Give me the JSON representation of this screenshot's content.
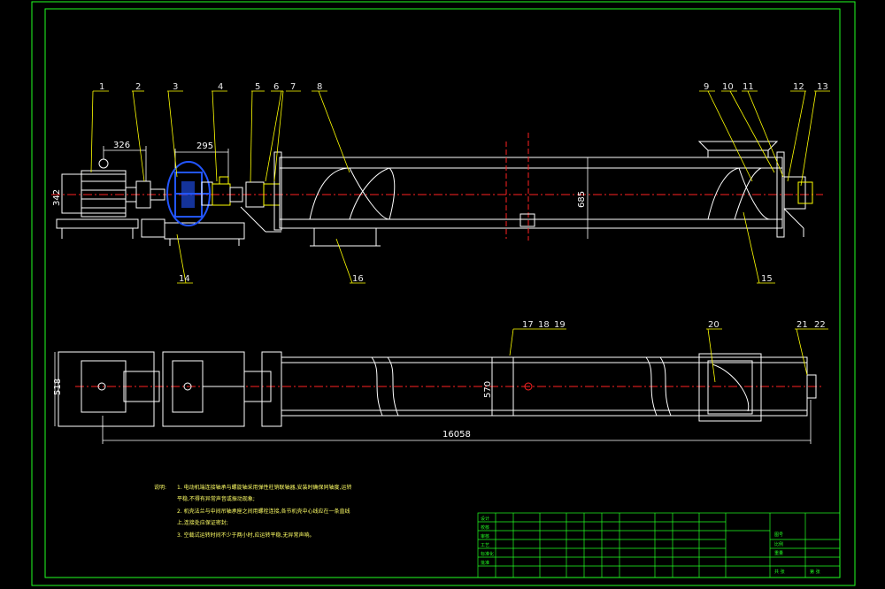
{
  "colors": {
    "background": "#000000",
    "frame": "#22ff22",
    "outline": "#ffffff",
    "centerline": "#ff2222",
    "dimension": "#ffffff",
    "motor": "#ffffff",
    "coupling": "#2255ff",
    "leader": "#ffff00",
    "notes": "#ffff66",
    "title_block": "#22ff22"
  },
  "dimensions": {
    "motor_length": "326",
    "coupling_length": "295",
    "shaft_height": "342",
    "trough_height": "685",
    "total_length": "16058",
    "plan_width": "518",
    "trough_width": "570"
  },
  "part_labels_top": [
    "1",
    "2",
    "3",
    "4",
    "5",
    "6",
    "7",
    "8",
    "9",
    "10",
    "11",
    "12",
    "13"
  ],
  "part_labels_bottom": [
    "14",
    "16",
    "15"
  ],
  "part_labels_plan": [
    "17",
    "18",
    "19",
    "20",
    "21",
    "22"
  ],
  "notes": {
    "heading": "说明:",
    "lines": [
      "1. 电动机端连接轴承与螺旋轴采用弹性柱销联轴器,安装时确保同轴度,运转",
      "   平稳,不得有异常声音或振动现象;",
      "2. 机壳法兰与中间吊轴承座之间用螺栓连接,各节机壳中心线应在一条直线",
      "   上,连接处应保证密封;",
      "3. 空载试运转时间不少于两小时,应运转平稳,无异常声响。"
    ]
  },
  "title_block": {
    "labels": [
      "设计",
      "校核",
      "审核",
      "工艺",
      "标准化",
      "批准",
      "图号",
      "比例",
      "重量",
      "共 张",
      "第 张"
    ]
  }
}
